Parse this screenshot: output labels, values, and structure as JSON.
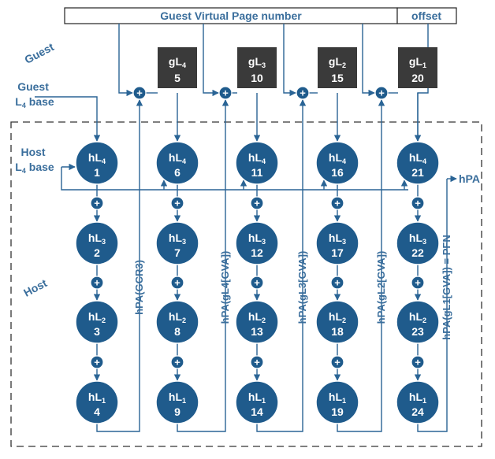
{
  "colors": {
    "node_fill": "#1f5b8c",
    "node_stroke": "#ffffff",
    "dark_box": "#3a3a3a",
    "line": "#2a6495",
    "label": "#3a6e9c",
    "dash": "#333333"
  },
  "header": {
    "vpn_label": "Guest Virtual Page number",
    "offset_label": "offset"
  },
  "labels": {
    "guest": "Guest",
    "host": "Host",
    "guest_base_line1": "Guest",
    "guest_base_line2": "L4 base",
    "host_base_line1": "Host",
    "host_base_line2": "L4 base",
    "hpa_out": "hPA"
  },
  "guest_boxes": [
    {
      "label": "gL4",
      "num": "5"
    },
    {
      "label": "gL3",
      "num": "10"
    },
    {
      "label": "gL2",
      "num": "15"
    },
    {
      "label": "gL1",
      "num": "20"
    }
  ],
  "columns": [
    {
      "nodes": [
        {
          "label": "hL4",
          "num": "1"
        },
        {
          "label": "hL3",
          "num": "2"
        },
        {
          "label": "hL2",
          "num": "3"
        },
        {
          "label": "hL1",
          "num": "4"
        }
      ],
      "vlabel": "hPA(GCR3)"
    },
    {
      "nodes": [
        {
          "label": "hL4",
          "num": "6"
        },
        {
          "label": "hL3",
          "num": "7"
        },
        {
          "label": "hL2",
          "num": "8"
        },
        {
          "label": "hL1",
          "num": "9"
        }
      ],
      "vlabel": "hPA(gL4[GVA])"
    },
    {
      "nodes": [
        {
          "label": "hL4",
          "num": "11"
        },
        {
          "label": "hL3",
          "num": "12"
        },
        {
          "label": "hL2",
          "num": "13"
        },
        {
          "label": "hL1",
          "num": "14"
        }
      ],
      "vlabel": "hPA(gL3[GVA])"
    },
    {
      "nodes": [
        {
          "label": "hL4",
          "num": "16"
        },
        {
          "label": "hL3",
          "num": "17"
        },
        {
          "label": "hL2",
          "num": "18"
        },
        {
          "label": "hL1",
          "num": "19"
        }
      ],
      "vlabel": "hPA(gL2[GVA])"
    },
    {
      "nodes": [
        {
          "label": "hL4",
          "num": "21"
        },
        {
          "label": "hL3",
          "num": "22"
        },
        {
          "label": "hL2",
          "num": "23"
        },
        {
          "label": "hL1",
          "num": "24"
        }
      ],
      "vlabel": "hPA(gL1[GVA]) = PFN"
    }
  ]
}
